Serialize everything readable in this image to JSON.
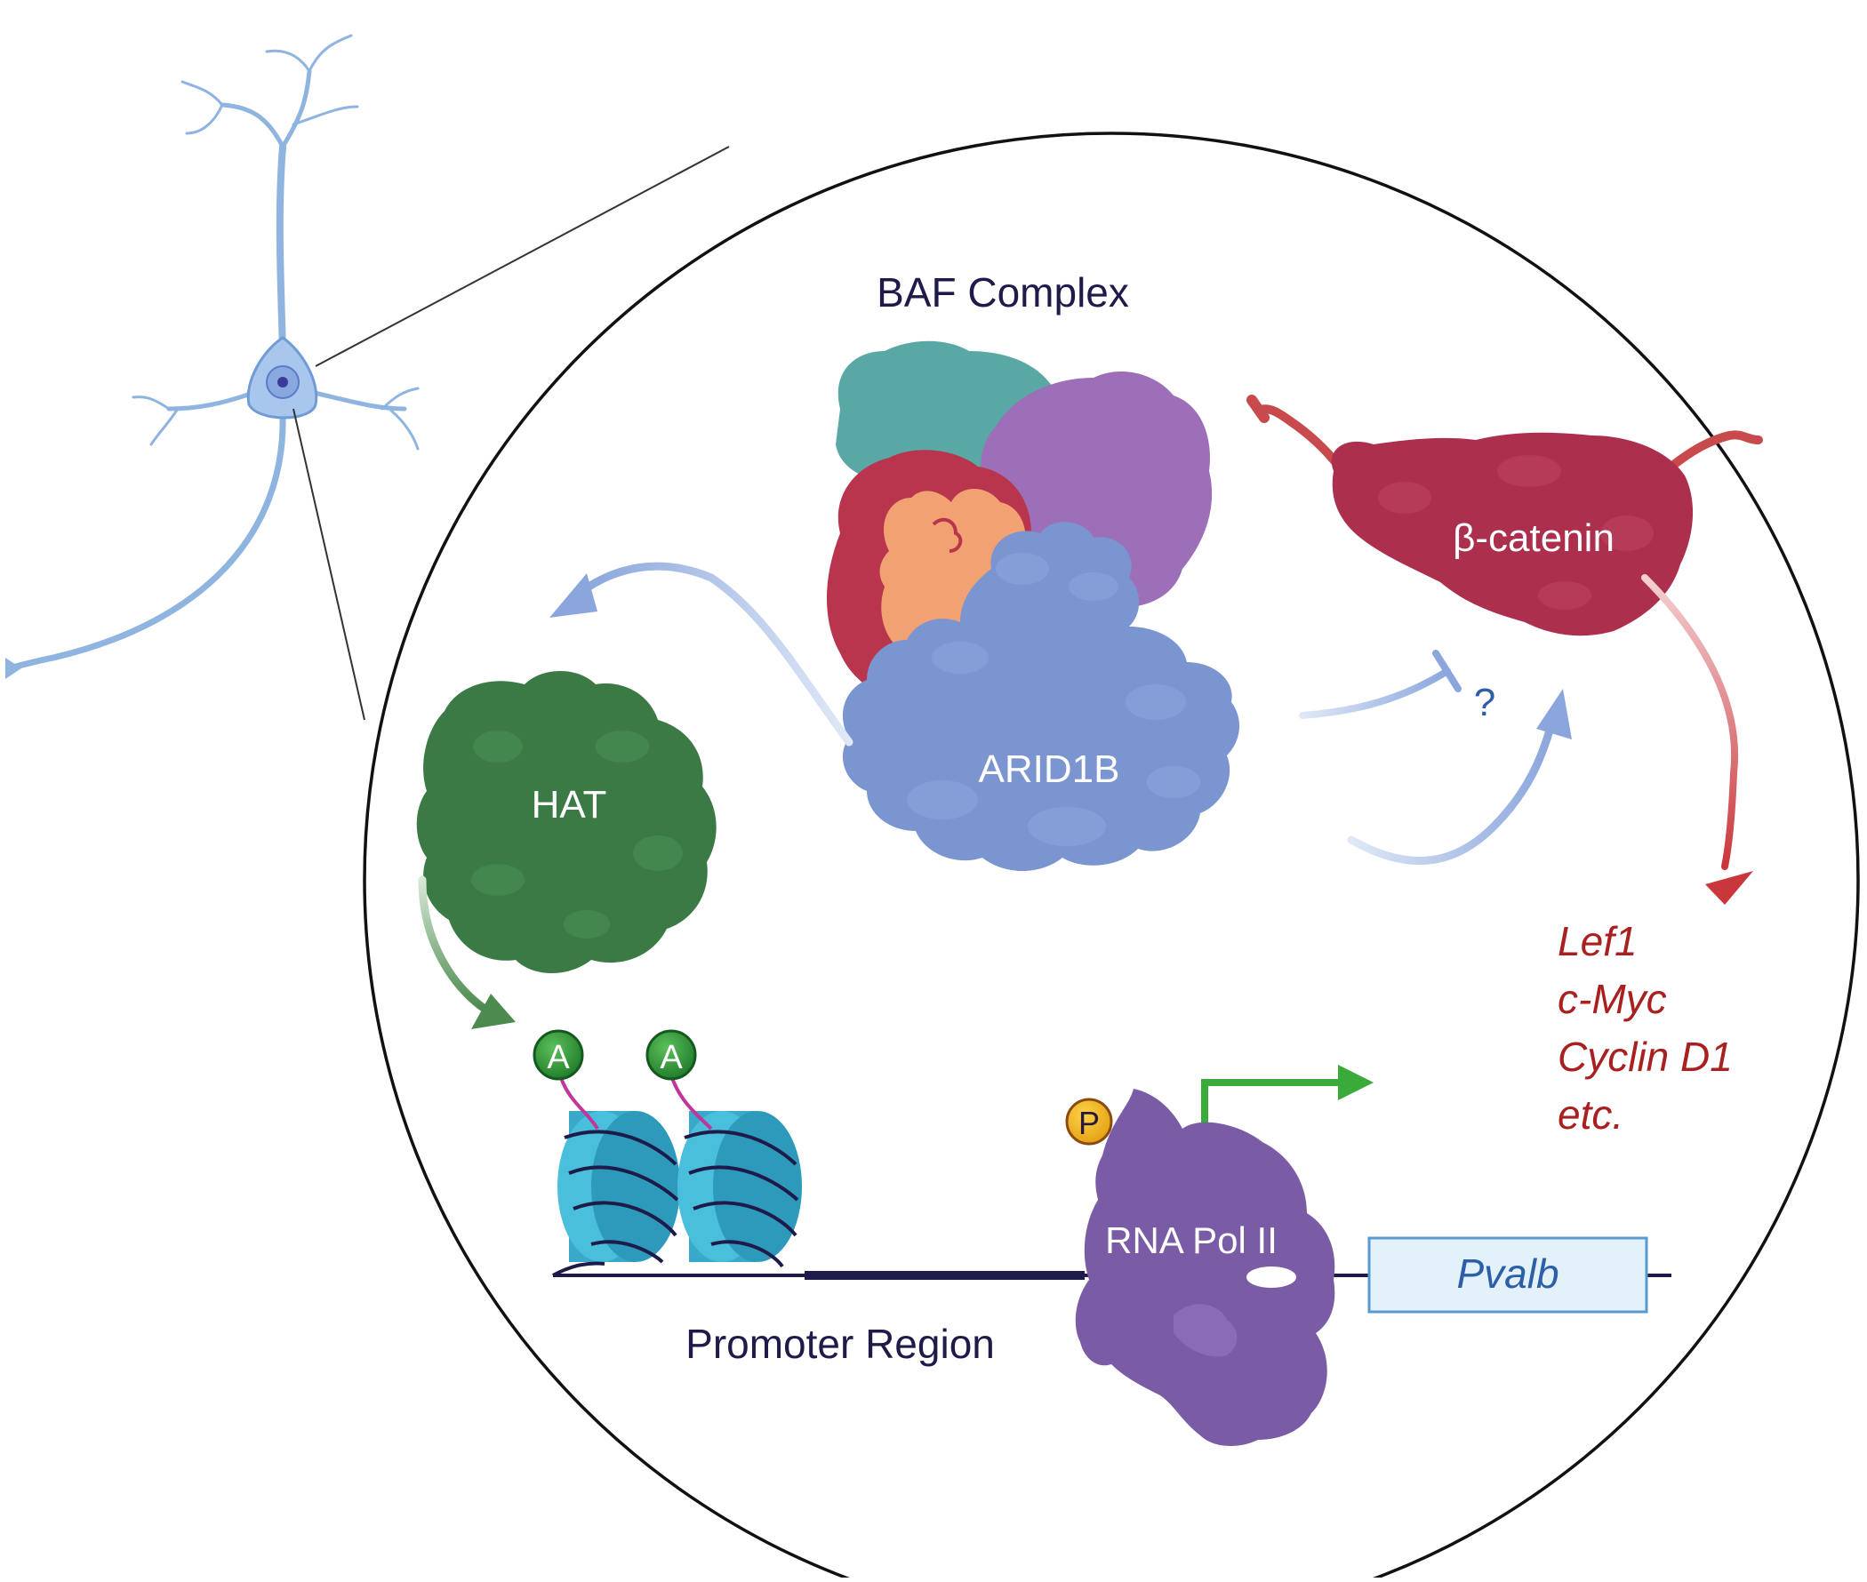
{
  "labels": {
    "baf_complex": "BAF Complex",
    "arid1b": "ARID1B",
    "hat": "HAT",
    "beta_catenin": "β-catenin",
    "question": "?",
    "promoter_region": "Promoter Region",
    "rna_pol": "RNA Pol II",
    "pvalb": "Pvalb",
    "acetyl_1": "A",
    "acetyl_2": "A",
    "phospho": "P"
  },
  "target_genes": [
    "Lef1",
    "c-Myc",
    "Cyclin D1",
    "etc."
  ],
  "colors": {
    "neuron": "#8fb4e0",
    "arid1b": "#7b95d1",
    "teal_subunit": "#5aa8a6",
    "purple_subunit": "#9c6fb8",
    "red_subunit": "#b8354d",
    "orange_subunit": "#f2a272",
    "beta_catenin": "#ac2f4d",
    "hat": "#3b7a45",
    "nucleosome": "#40b8d4",
    "rna_pol": "#7a5ba6",
    "gene_text": "#a8201f",
    "transcription_arrow": "#3aaa3a"
  }
}
